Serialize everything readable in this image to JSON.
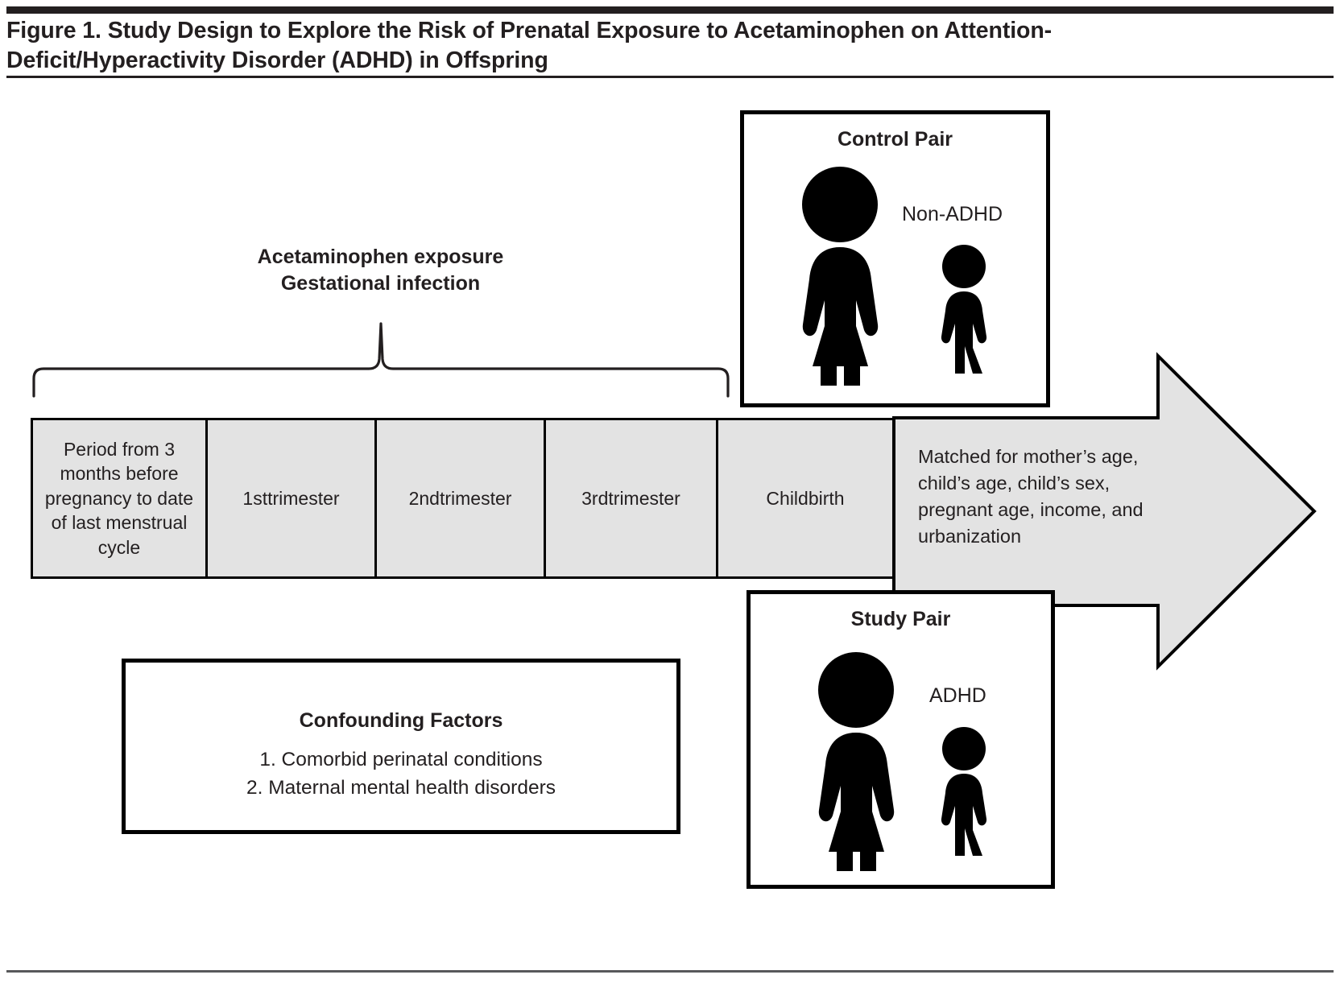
{
  "figure": {
    "title": "Figure 1. Study Design to Explore the Risk of Prenatal Exposure to Acetaminophen on Attention-Deficit/Hyperactivity Disorder (ADHD) in Offspring"
  },
  "exposure": {
    "line1": "Acetaminophen exposure",
    "line2": "Gestational infection"
  },
  "timeline": {
    "cells": [
      {
        "label": "Period from 3 months before pregnancy to date of last menstrual cycle"
      },
      {
        "label": "1st\ntrimester"
      },
      {
        "label": "2nd\ntrimester"
      },
      {
        "label": "3rd\ntrimester"
      },
      {
        "label": "Childbirth"
      }
    ]
  },
  "matched_arrow": {
    "text": "Matched for mother’s age, child’s age, child’s sex, pregnant age, income, and urbanization"
  },
  "control_pair": {
    "title": "Control Pair",
    "outcome": "Non-ADHD",
    "mother_icon": "mother-figure-icon",
    "child_icon": "child-figure-icon"
  },
  "study_pair": {
    "title": "Study Pair",
    "outcome": "ADHD",
    "mother_icon": "mother-figure-icon",
    "child_icon": "child-figure-icon"
  },
  "confounding": {
    "title": "Confounding Factors",
    "items": [
      "1. Comorbid perinatal conditions",
      "2. Maternal mental health disorders"
    ]
  },
  "colors": {
    "rule": "#231f20",
    "rule_bottom": "#58595b",
    "timeline_fill": "#e3e3e3",
    "arrow_fill": "#e3e3e3",
    "stroke": "#000000",
    "text": "#231f20"
  }
}
